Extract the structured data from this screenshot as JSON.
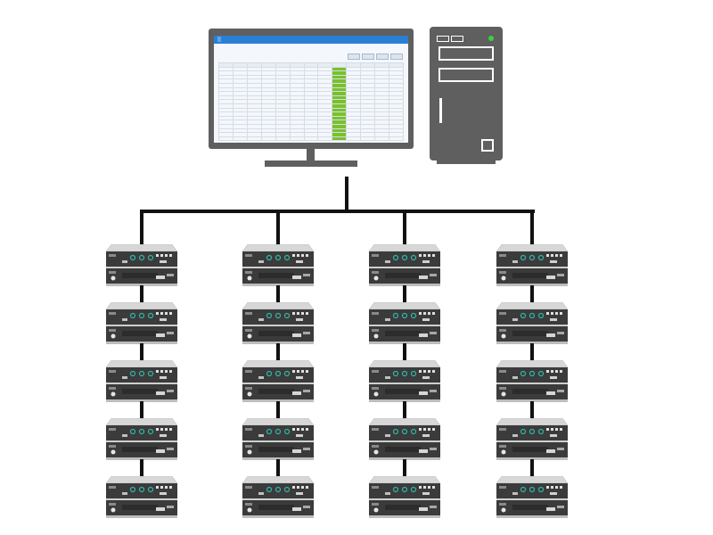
{
  "diagram": {
    "computer": {
      "monitor_icon": "monitor-icon",
      "tower_icon": "pc-tower-icon",
      "status_color": "#3bd23b"
    },
    "app": {
      "tabs": [
        "",
        "",
        "",
        "",
        ""
      ],
      "title": "",
      "buttons": [
        "",
        "",
        "",
        ""
      ],
      "rows": 18,
      "columns": 13,
      "header_color": "#2a7fd4",
      "status_cell_color": "#79c12b"
    },
    "topology": {
      "columns": 4,
      "devices_per_column": 5,
      "device_icon": "kvm-extender-stack-icon",
      "wire_color": "#111111"
    }
  }
}
